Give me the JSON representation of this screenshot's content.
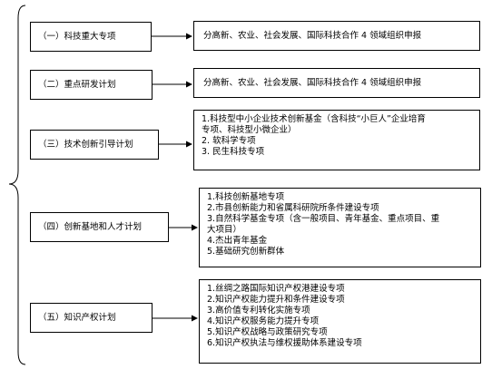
{
  "categories": [
    {
      "label": "（一）科技重大专项",
      "details": [
        "分高新、农业、社会发展、国际科技合作 4 领域组织申报"
      ]
    },
    {
      "label": "（二）重点研发计划",
      "details": [
        "分高新、农业、社会发展、国际科技合作 4 领域组织申报"
      ]
    },
    {
      "label": "（三）技术创新引导计划",
      "details": [
        "1.科技型中小企业技术创新基金（含科技“小巨人”企业培育",
        "专项、科技型小微企业）",
        "2. 软科学专项",
        "3. 民生科技专项"
      ]
    },
    {
      "label": "（四）创新基地和人才计划",
      "details": [
        "1.科技创新基地专项",
        "2.市县创新能力和省属科研院所条件建设专项",
        "3.自然科学基金专项（含一般项目、青年基金、重点项目、重",
        "大项目）",
        "4.杰出青年基金",
        "5.基础研究创新群体"
      ]
    },
    {
      "label": "（五）知识产权计划",
      "details": [
        "1.丝绸之路国际知识产权港建设专项",
        "2.知识产权能力提升和条件建设专项",
        "3.高价值专利转化实施专项",
        "4.知识产权服务能力提升专项",
        "5.知识产权战略与政策研究专项",
        "6.知识产权执法与维权援助体系建设专项"
      ]
    }
  ]
}
